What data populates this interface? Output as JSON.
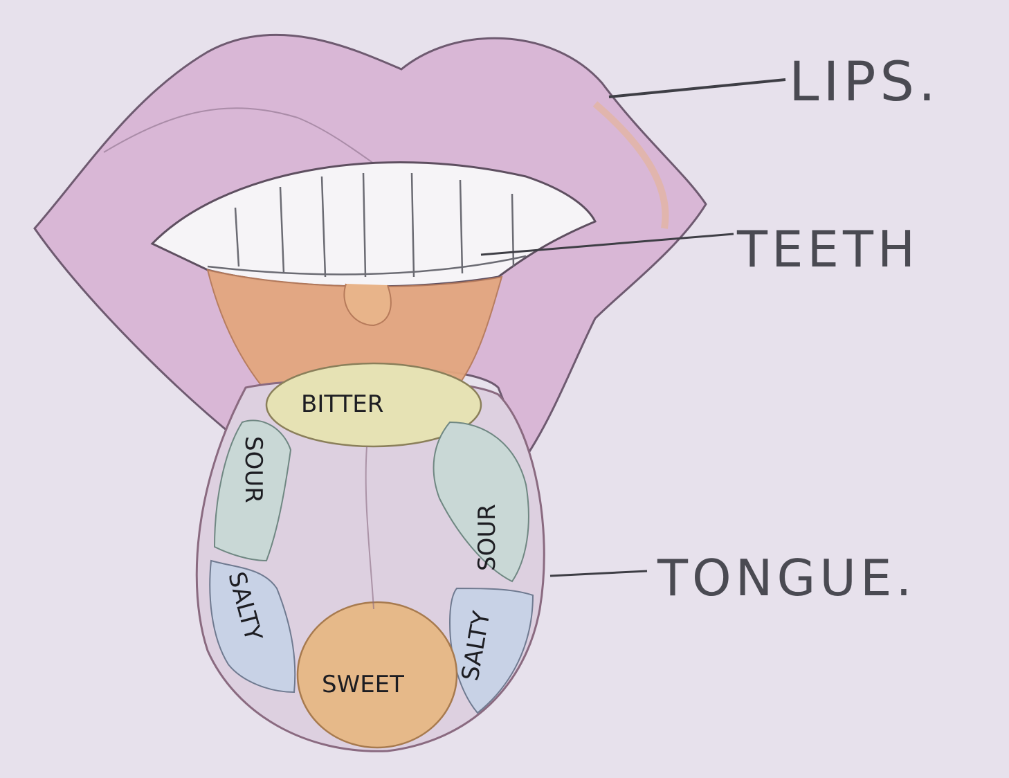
{
  "labels": {
    "lips": "LIPS.",
    "teeth": "TEETH",
    "tongue": "TONGUE."
  },
  "taste_regions": {
    "bitter": "BITTER",
    "sour_left": "SOUR",
    "sour_right": "SOUR",
    "salty_left": "SALTY",
    "salty_right": "SALTY",
    "sweet": "SWEET"
  },
  "colors": {
    "paper": "#e7e1ec",
    "lips": "#d9b7d6",
    "gum": "#e3a77f",
    "tongue": "#ddd0e0",
    "bitter": "#e6e2b4",
    "sour": "#c9d8d6",
    "salty": "#c8d2e6",
    "sweet": "#e6b989",
    "ink": "#4a4a52"
  }
}
